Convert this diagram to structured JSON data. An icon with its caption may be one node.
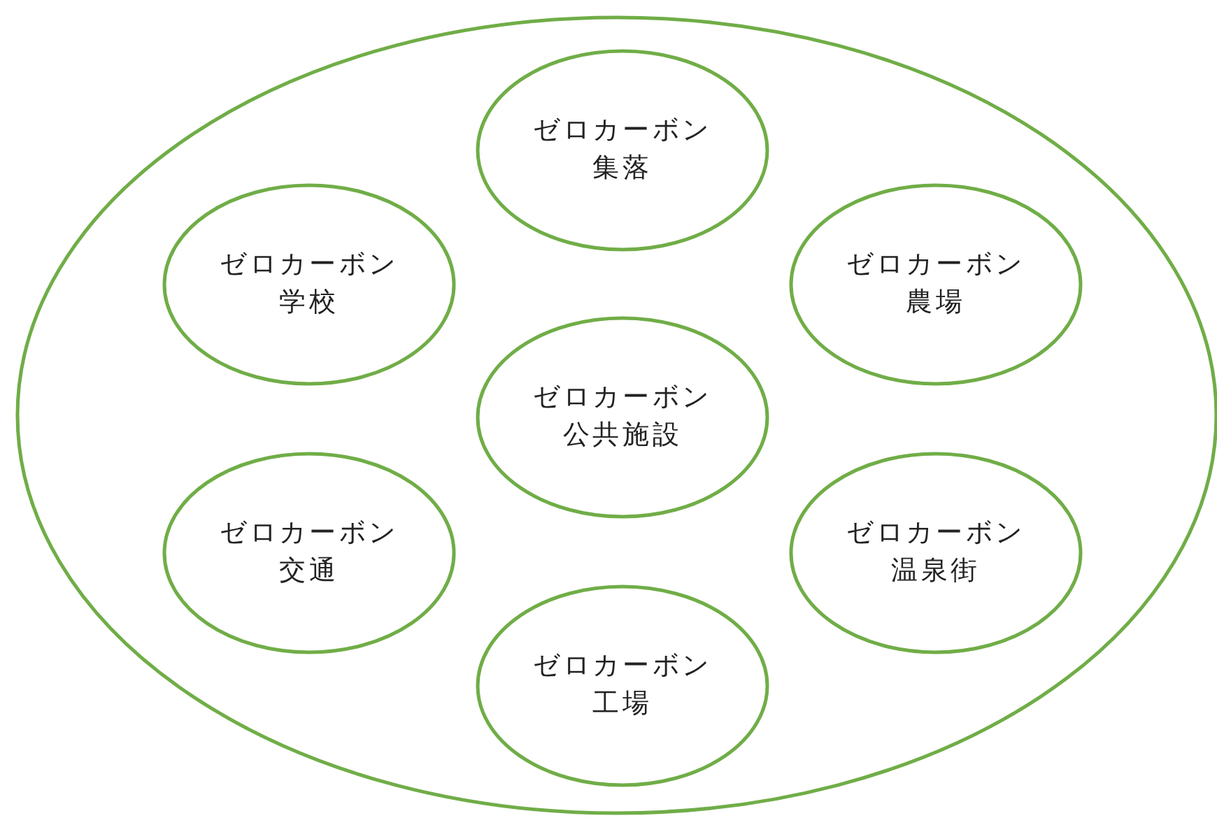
{
  "diagram": {
    "nodes": [
      {
        "text": [],
        "shape": "ellipse"
      },
      {
        "text": [
          "ゼロカーボン集落"
        ],
        "in": 0
      },
      {
        "text": [
          "ゼロカーボン学校"
        ],
        "in": 0
      },
      {
        "text": [
          "ゼロカーボン農場"
        ],
        "in": 0
      },
      {
        "text": [
          "ゼロカーボン公共施設"
        ],
        "in": 0
      },
      {
        "text": [
          "ゼロカーボン交通"
        ],
        "in": 0
      },
      {
        "text": [
          "ゼロカーボン温泉街"
        ],
        "in": 0
      },
      {
        "text": [
          "ゼロカーボン工場"
        ],
        "in": 0
      }
    ]
  }
}
